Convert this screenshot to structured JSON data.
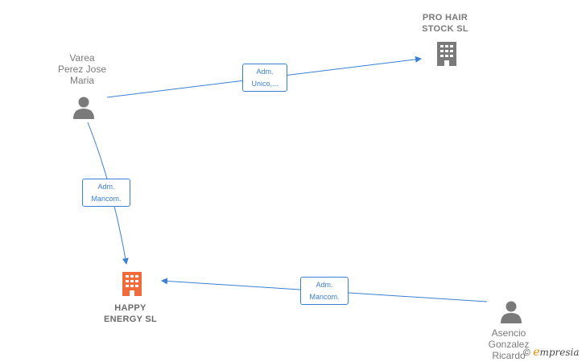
{
  "nodes": {
    "varea": {
      "label": [
        "Varea",
        "Perez Jose",
        "Maria"
      ],
      "type": "person"
    },
    "prohair": {
      "label": [
        "PRO HAIR",
        "STOCK  SL"
      ],
      "type": "company"
    },
    "happy": {
      "label": [
        "HAPPY",
        "ENERGY  SL"
      ],
      "type": "company-focus"
    },
    "asencio": {
      "label": [
        "Asencio",
        "Gonzalez",
        "Ricardo"
      ],
      "type": "person"
    }
  },
  "edges": [
    {
      "from": "varea",
      "to": "prohair",
      "label": [
        "Adm.",
        "Unico,..."
      ]
    },
    {
      "from": "varea",
      "to": "happy",
      "label": [
        "Adm.",
        "Mancom."
      ]
    },
    {
      "from": "asencio",
      "to": "happy",
      "label": [
        "Adm.",
        "Mancom."
      ]
    }
  ],
  "colors": {
    "edge": "#3a7fd5",
    "company": "#7a7a7a",
    "focus": "#f26b3a",
    "person": "#7a7a7a"
  },
  "footer": {
    "copyright": "©",
    "brand_e": "e",
    "brand_rest": "mpresia"
  }
}
